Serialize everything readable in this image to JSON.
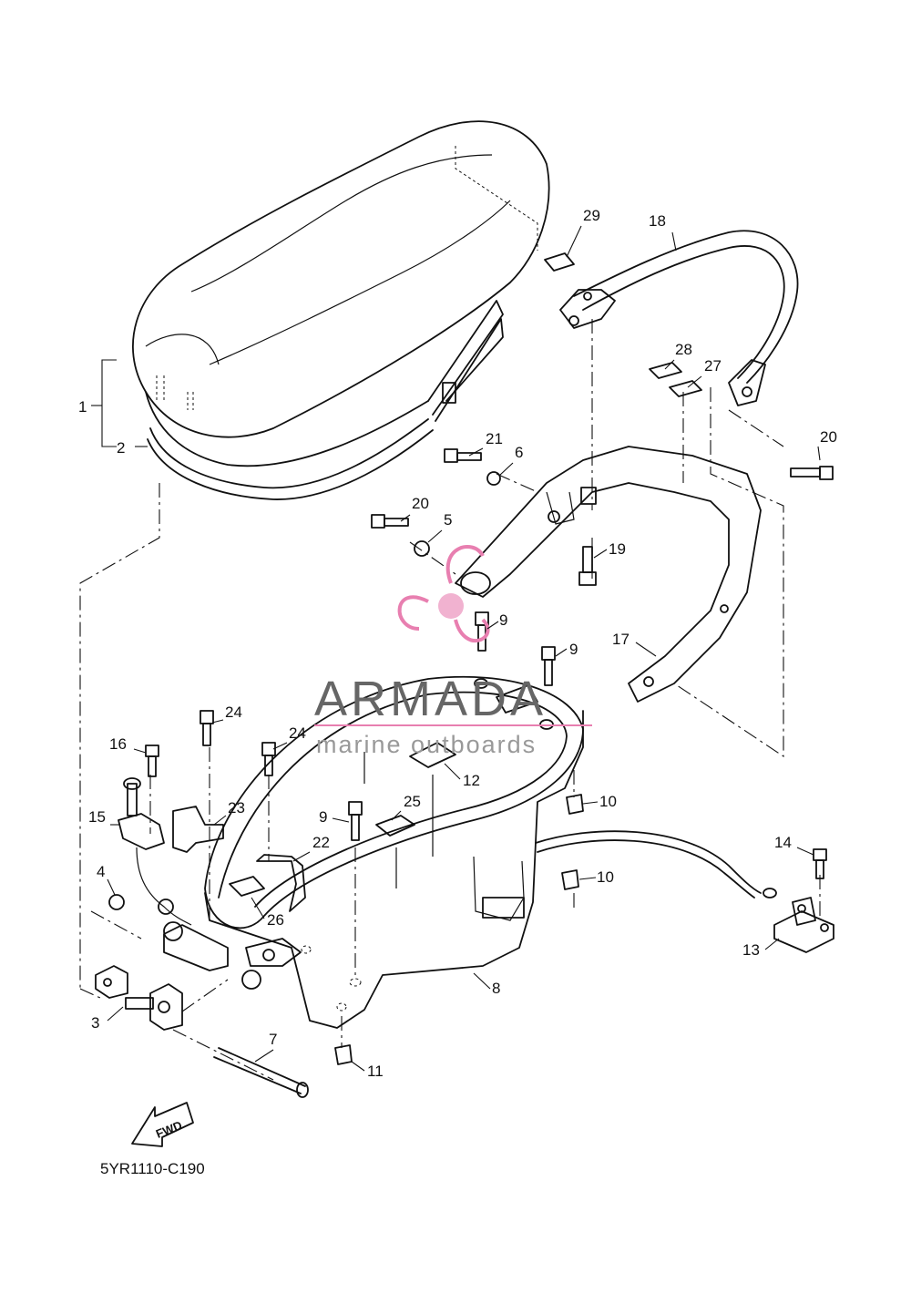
{
  "diagram": {
    "code": "5YR1110-C190",
    "fwd_label": "FWD",
    "callouts": [
      "1",
      "2",
      "3",
      "4",
      "5",
      "6",
      "7",
      "8",
      "9",
      "9",
      "9",
      "10",
      "10",
      "11",
      "12",
      "13",
      "14",
      "15",
      "16",
      "17",
      "18",
      "19",
      "20",
      "20",
      "21",
      "22",
      "23",
      "24",
      "24",
      "25",
      "26",
      "27",
      "28",
      "29"
    ]
  },
  "watermark": {
    "title": "ARMADA",
    "subtitle": "marine outboards",
    "accent_color": "#e87fb0"
  }
}
